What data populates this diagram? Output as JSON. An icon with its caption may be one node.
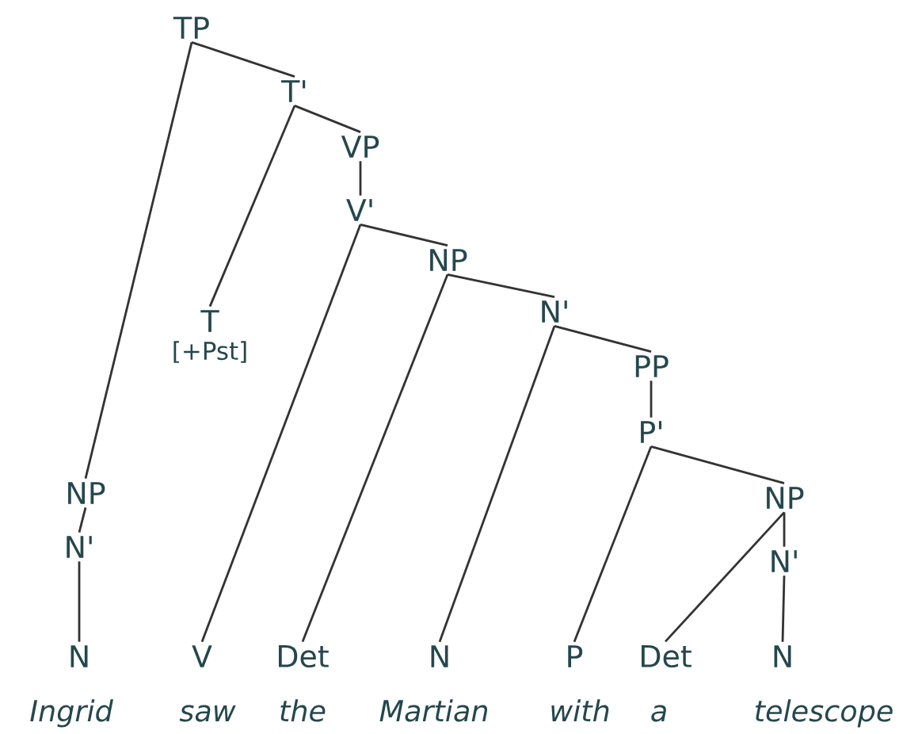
{
  "diagram": {
    "nodes": [
      {
        "text": [
          "TP"
        ]
      },
      {
        "text": [
          "T'"
        ]
      },
      {
        "text": [
          "VP"
        ]
      },
      {
        "text": [
          "V'"
        ]
      },
      {
        "text": [
          "NP"
        ]
      },
      {
        "text": [
          "N'"
        ]
      },
      {
        "text": [
          "PP"
        ]
      },
      {
        "text": [
          "P'"
        ]
      },
      {
        "text": [
          "NP"
        ]
      },
      {
        "text": [
          "N'"
        ]
      },
      {
        "text": [
          "NP"
        ]
      },
      {
        "text": [
          "N'"
        ]
      },
      {
        "text": [
          "N"
        ]
      },
      {
        "text": [
          "T"
        ],
        "beside": [
          "[+Pst]"
        ]
      },
      {
        "text": [
          "V"
        ]
      },
      {
        "text": [
          "Det"
        ]
      },
      {
        "text": [
          "N"
        ]
      },
      {
        "text": [
          "P"
        ]
      },
      {
        "text": [
          "Det"
        ]
      },
      {
        "text": [
          "N"
        ]
      }
    ],
    "edges": [
      {
        "from": 0,
        "to": 1,
        "arrow": "none"
      },
      {
        "from": 0,
        "to": 10,
        "arrow": "none"
      },
      {
        "from": 1,
        "to": 2,
        "arrow": "none"
      },
      {
        "from": 1,
        "to": 13,
        "arrow": "none"
      },
      {
        "from": 2,
        "to": 3,
        "arrow": "none"
      },
      {
        "from": 3,
        "to": 4,
        "arrow": "none"
      },
      {
        "from": 3,
        "to": 14,
        "arrow": "none"
      },
      {
        "from": 4,
        "to": 5,
        "arrow": "none"
      },
      {
        "from": 4,
        "to": 15,
        "arrow": "none"
      },
      {
        "from": 5,
        "to": 6,
        "arrow": "none"
      },
      {
        "from": 5,
        "to": 16,
        "arrow": "none"
      },
      {
        "from": 6,
        "to": 7,
        "arrow": "none"
      },
      {
        "from": 7,
        "to": 8,
        "arrow": "none"
      },
      {
        "from": 7,
        "to": 17,
        "arrow": "none"
      },
      {
        "from": 8,
        "to": 9,
        "arrow": "none"
      },
      {
        "from": 8,
        "to": 18,
        "arrow": "none"
      },
      {
        "from": 9,
        "to": 19,
        "arrow": "none"
      },
      {
        "from": 10,
        "to": 11,
        "arrow": "none"
      },
      {
        "from": 11,
        "to": 12,
        "arrow": "none"
      }
    ],
    "labels": [
      "Ingrid",
      "saw",
      "the",
      "Martian",
      "with",
      "a",
      "telescope"
    ]
  }
}
